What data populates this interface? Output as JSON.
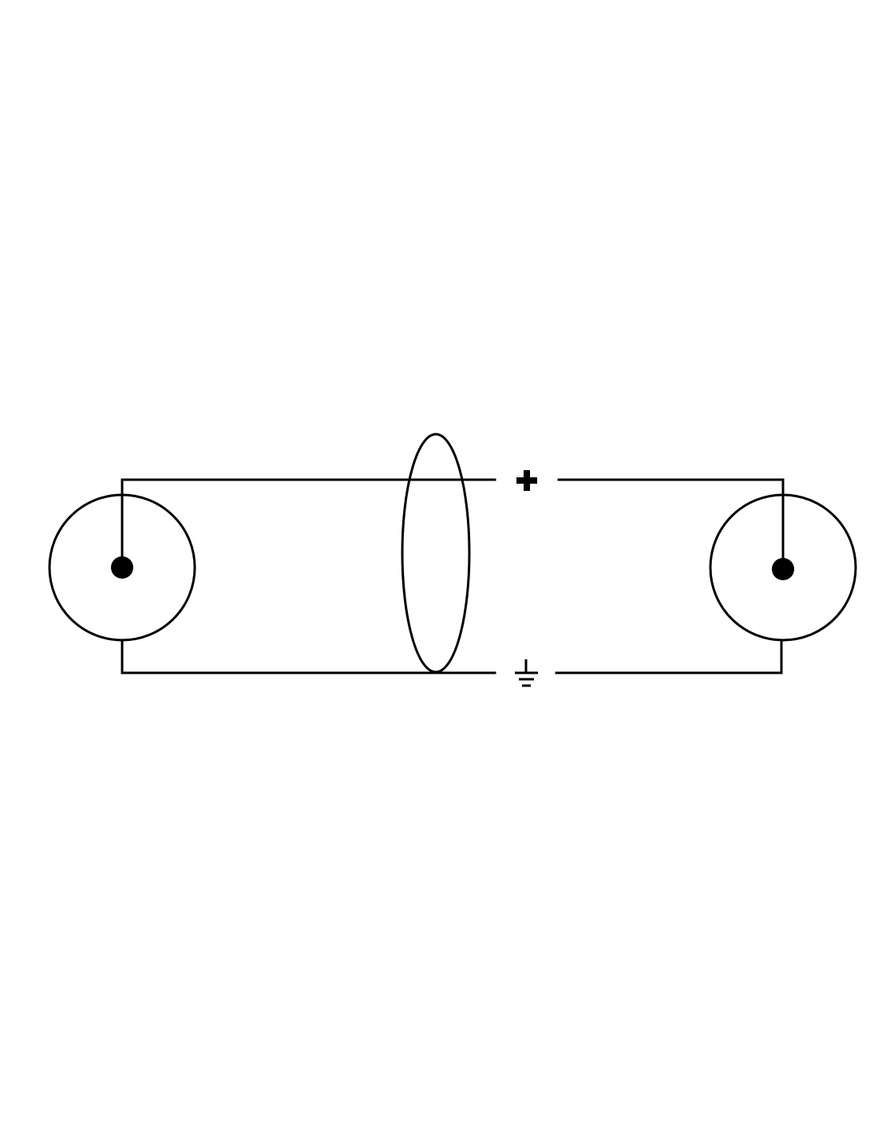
{
  "diagram": {
    "title": "",
    "labels": {
      "signal": "",
      "ground": ""
    },
    "components": [
      {
        "name": "left-connector",
        "type": "RCA/coaxial connector"
      },
      {
        "name": "right-connector",
        "type": "RCA/coaxial connector"
      },
      {
        "name": "cable-shield",
        "type": "shield"
      },
      {
        "name": "plus-symbol",
        "type": "positive conductor symbol"
      },
      {
        "name": "ground-symbol",
        "type": "ground symbol"
      }
    ]
  },
  "colors": {
    "stroke": "#000000",
    "background": "#ffffff"
  }
}
